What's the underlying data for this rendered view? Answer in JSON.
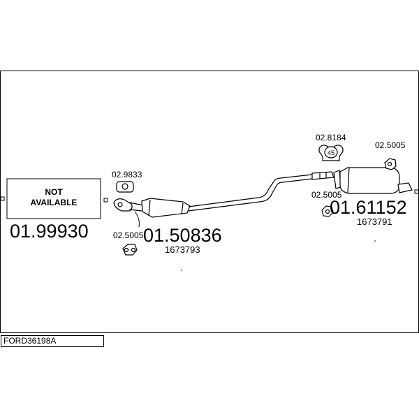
{
  "diagram_code": "FORD36198A",
  "front_pipe": {
    "not_available_line1": "NOT",
    "not_available_line2": "AVAILABLE",
    "part_no": "01.99930"
  },
  "middle_section": {
    "part_no": "01.50836",
    "oem": "1673793",
    "gasket": "02.9833",
    "mount": "02.5005"
  },
  "rear_silencer": {
    "part_no": "01.61152",
    "oem": "1673791",
    "clamp": "02.8184",
    "clamp_size": "45",
    "mount_top": "02.5005",
    "mount_bottom": "02.5005"
  },
  "colors": {
    "line": "#000000",
    "background": "#ffffff"
  }
}
